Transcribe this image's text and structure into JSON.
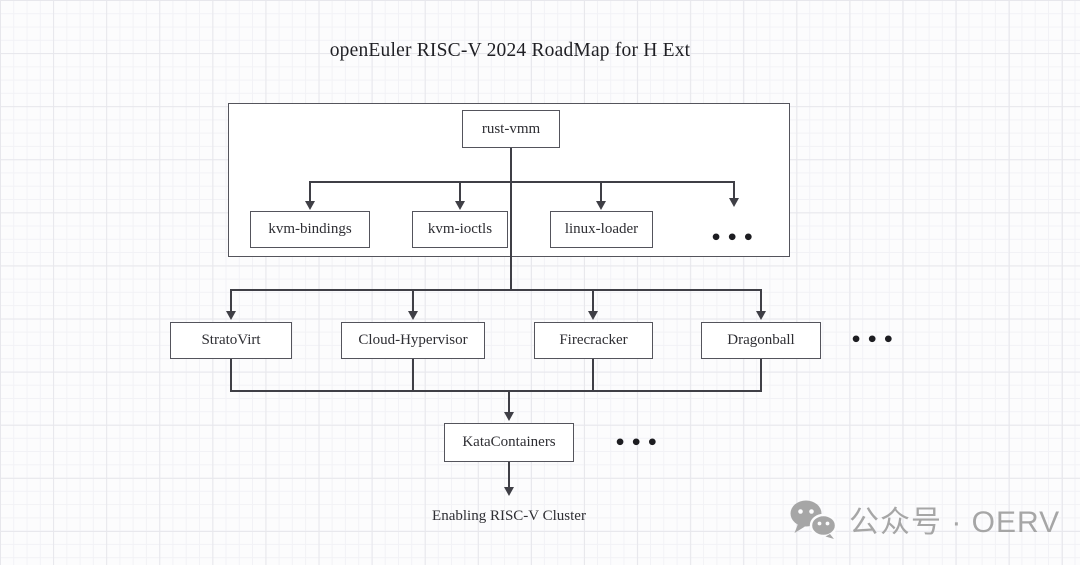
{
  "title": "openEuler RISC-V 2024 RoadMap for H Ext",
  "diagram": {
    "root_node": "rust-vmm",
    "crates": [
      {
        "label": "kvm-bindings"
      },
      {
        "label": "kvm-ioctls"
      },
      {
        "label": "linux-loader"
      }
    ],
    "crates_more": "•••",
    "vmms": [
      {
        "label": "StratoVirt"
      },
      {
        "label": "Cloud-Hypervisor"
      },
      {
        "label": "Firecracker"
      },
      {
        "label": "Dragonball"
      }
    ],
    "vmms_more": "•••",
    "runtime_node": "KataContainers",
    "runtime_more": "•••",
    "outcome": "Enabling RISC-V Cluster"
  },
  "watermark": {
    "icon": "wechat-icon",
    "text": "公众号 · OERV",
    "color": "#a6a6a6"
  },
  "colors": {
    "line": "#3f3f46",
    "box_border": "#54545c",
    "box_fill": "#ffffff",
    "text": "#2e2e33",
    "grid_minor": "#f2f2f6",
    "grid_major": "#e7e7ec",
    "background": "#fcfcfd"
  }
}
